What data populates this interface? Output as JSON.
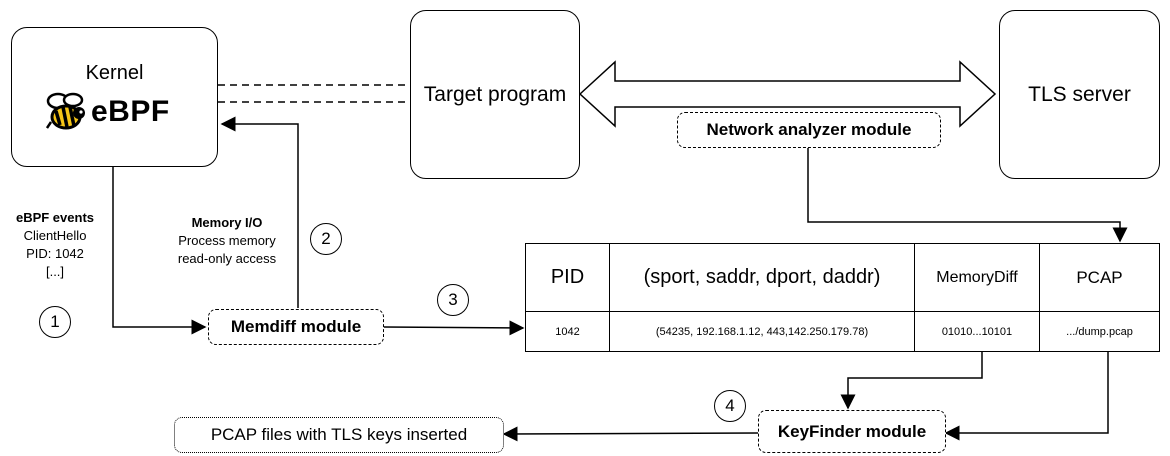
{
  "kernel": {
    "title": "Kernel",
    "logo_text": "eBPF"
  },
  "target_program": {
    "label": "Target program"
  },
  "tls_server": {
    "label": "TLS server"
  },
  "network_analyzer": {
    "label": "Network analyzer module"
  },
  "memdiff": {
    "label": "Memdiff module"
  },
  "keyfinder": {
    "label": "KeyFinder module"
  },
  "output": {
    "label": "PCAP files with TLS keys inserted"
  },
  "ebpf_events": {
    "heading": "eBPF events",
    "lines": [
      "ClientHello",
      "PID: 1042",
      "[...]"
    ]
  },
  "memory_io": {
    "heading": "Memory I/O",
    "lines": [
      "Process memory",
      "read-only access"
    ]
  },
  "steps": [
    "1",
    "2",
    "3",
    "4"
  ],
  "table": {
    "headers": [
      "PID",
      "(sport, saddr, dport, daddr)",
      "MemoryDiff",
      "PCAP"
    ],
    "row": [
      "1042",
      "(54235, 192.168.1.12, 443,142.250.179.78)",
      "01010...10101",
      ".../dump.pcap"
    ]
  },
  "colors": {
    "bee_yellow": "#f5c518",
    "line": "#000000"
  }
}
